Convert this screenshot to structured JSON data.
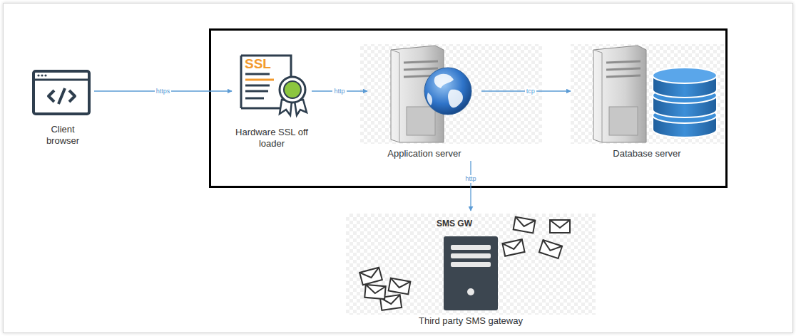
{
  "diagram": {
    "nodes": [
      {
        "text": [
          "Client browser"
        ]
      },
      {
        "text": [
          "Hardware SSL off loader"
        ]
      },
      {
        "text": [
          "Application server"
        ]
      },
      {
        "text": [
          "Database server"
        ]
      },
      {
        "text": [
          "Third party SMS gateway"
        ]
      }
    ],
    "edges": [
      {
        "from": 0,
        "to": 1,
        "label": "https",
        "arrow": "to"
      },
      {
        "from": 1,
        "to": 2,
        "label": "http",
        "arrow": "to"
      },
      {
        "from": 2,
        "to": 3,
        "label": "tcp",
        "arrow": "to"
      },
      {
        "from": 2,
        "to": 4,
        "label": "http",
        "arrow": "to"
      }
    ],
    "labels": [
      "SSL",
      "SMS GW"
    ]
  }
}
